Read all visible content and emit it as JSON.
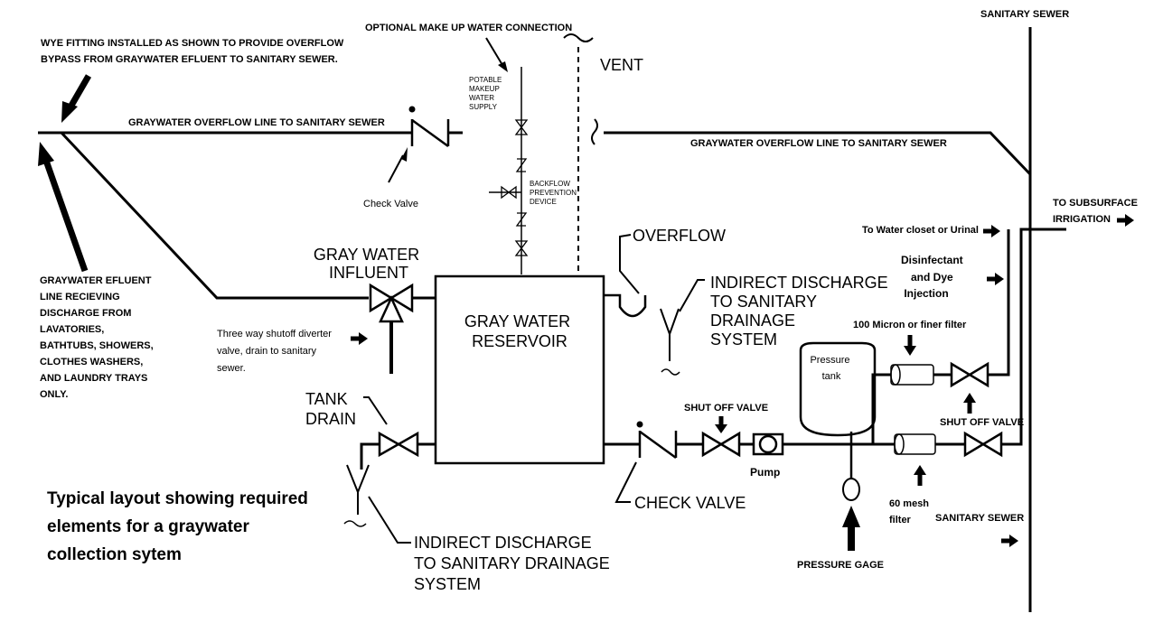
{
  "labels": {
    "sanitary_sewer_top": "SANITARY SEWER",
    "optional_makeup": "OPTIONAL MAKE UP WATER CONNECTION",
    "wye_line1": "WYE FITTING INSTALLED AS SHOWN TO PROVIDE OVERFLOW",
    "wye_line2": "BYPASS FROM GRAYWATER EFLUENT TO SANITARY SEWER.",
    "vent": "VENT",
    "potable": [
      "POTABLE",
      "MAKEUP",
      "WATER",
      "SUPPLY"
    ],
    "overflow_line_left": "GRAYWATER OVERFLOW LINE TO SANITARY SEWER",
    "overflow_line_right": "GRAYWATER OVERFLOW LINE TO SANITARY SEWER",
    "check_valve_small": "Check Valve",
    "backflow": [
      "BACKFLOW",
      "PREVENTION",
      "DEVICE"
    ],
    "to_subsurface": [
      "TO SUBSURFACE",
      "IRRIGATION"
    ],
    "to_water_closet": "To Water closet or Urinal",
    "overflow": "OVERFLOW",
    "gray_water_influent": [
      "GRAY WATER",
      "INFLUENT"
    ],
    "indirect_discharge_right": [
      "INDIRECT DISCHARGE",
      "TO SANITARY",
      "DRAINAGE",
      "SYSTEM"
    ],
    "disinfectant": [
      "Disinfectant",
      "and Dye",
      "Injection"
    ],
    "effluent_line": [
      "GRAYWATER EFLUENT",
      "LINE RECIEVING",
      "DISCHARGE FROM",
      "LAVATORIES,",
      "BATHTUBS, SHOWERS,",
      "CLOTHES WASHERS,",
      "AND LAUNDRY TRAYS",
      "ONLY."
    ],
    "reservoir": [
      "GRAY WATER",
      "RESERVOIR"
    ],
    "three_way": [
      "Three way shutoff diverter",
      "valve, drain to sanitary",
      "sewer."
    ],
    "micron_filter": "100 Micron or finer filter",
    "pressure_tank": [
      "Pressure",
      "tank"
    ],
    "tank_drain": [
      "TANK",
      "DRAIN"
    ],
    "shut_off_valve_mid": "SHUT OFF VALVE",
    "shut_off_valve_right": "SHUT OFF VALVE",
    "pump": "Pump",
    "check_valve_big": "CHECK VALVE",
    "mesh_filter": [
      "60 mesh",
      "filter"
    ],
    "sanitary_sewer_bottom": "SANITARY SEWER",
    "typical_layout": [
      "Typical layout showing required",
      "elements for a graywater",
      "collection sytem"
    ],
    "indirect_discharge_bottom": [
      "INDIRECT DISCHARGE",
      "TO SANITARY DRAINAGE",
      "SYSTEM"
    ],
    "pressure_gage": "PRESSURE GAGE"
  }
}
